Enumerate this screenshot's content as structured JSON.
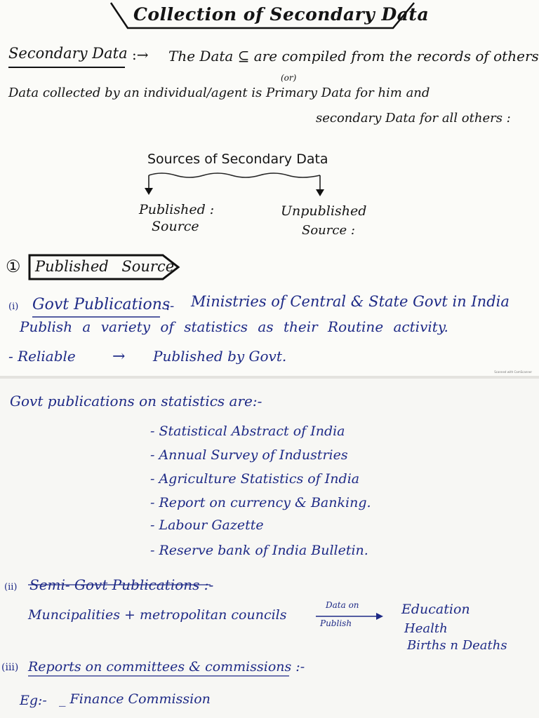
{
  "page1": {
    "title": "Collection of Secondary Data",
    "definition_label": "Secondary Data",
    "definition_arrow": ":→",
    "definition_text": "The Data ⊆ are compiled from the records of others",
    "or_text": "(or)",
    "line2": "Data collected by an individual/agent is Primary Data for him and",
    "line3": "secondary Data for all others :",
    "diagram": {
      "heading": "Sources of Secondary Data",
      "left_line1": "Published :",
      "left_line2": "Source",
      "right_line1": "Unpublished",
      "right_line2": "Source :"
    },
    "section_number": "①",
    "section_label": "Published Source",
    "item_i_number": "(i)",
    "item_i_label": "Govt Publications",
    "item_i_sep": ":-",
    "item_i_text": "Ministries of Central & State Govt in India",
    "item_i_text2": "Publish a variety of statistics as their Routine activity.",
    "reliable_text": "- Reliable",
    "reliable_arrow": "→",
    "reliable_text2": "Published by Govt.",
    "scanner_mark": "Scanned with CamScanner"
  },
  "page2": {
    "intro": "Govt publications on statistics are:-",
    "list": [
      "- Statistical Abstract of India",
      "- Annual Survey of Industries",
      "- Agriculture Statistics of India",
      "- Report on currency & Banking.",
      "- Labour Gazette",
      "- Reserve bank of India Bulletin."
    ],
    "item_ii_number": "(ii)",
    "item_ii_label": "Semi- Govt Publications :-",
    "item_ii_text": "Muncipalities + metropolitan councils",
    "arrow_top": "Data on",
    "arrow_bottom": "Publish",
    "targets": [
      "Education",
      "Health",
      "Births n Deaths"
    ],
    "item_iii_number": "(iii)",
    "item_iii_label": "Reports on committees & commissions :-",
    "eg_label": "Eg:-",
    "eg_item": "_ Finance Commission"
  }
}
